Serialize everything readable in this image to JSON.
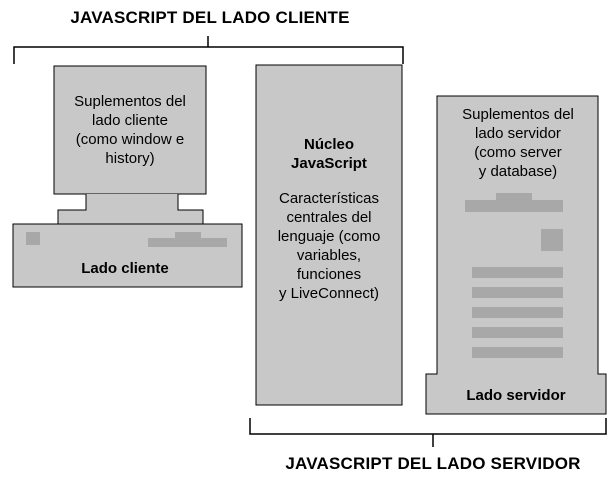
{
  "title_client": "JAVASCRIPT DEL LADO CLIENTE",
  "title_server": "JAVASCRIPT DEL LADO SERVIDOR",
  "client": {
    "monitor_lines": [
      "Suplementos del",
      "lado cliente",
      "(como window e",
      "history)"
    ],
    "label": "Lado cliente"
  },
  "core": {
    "title_lines": [
      "Núcleo",
      "JavaScript"
    ],
    "body_lines": [
      "Características",
      "centrales del",
      "lenguaje (como",
      "variables,",
      "funciones",
      "y LiveConnect)"
    ]
  },
  "server": {
    "lines": [
      "Suplementos del",
      "lado servidor",
      "(como server",
      "y database)"
    ],
    "label": "Lado servidor"
  },
  "colors": {
    "box_fill": "#c8c8c8",
    "dark_fill": "#a8a8a8",
    "stroke": "#000000"
  }
}
